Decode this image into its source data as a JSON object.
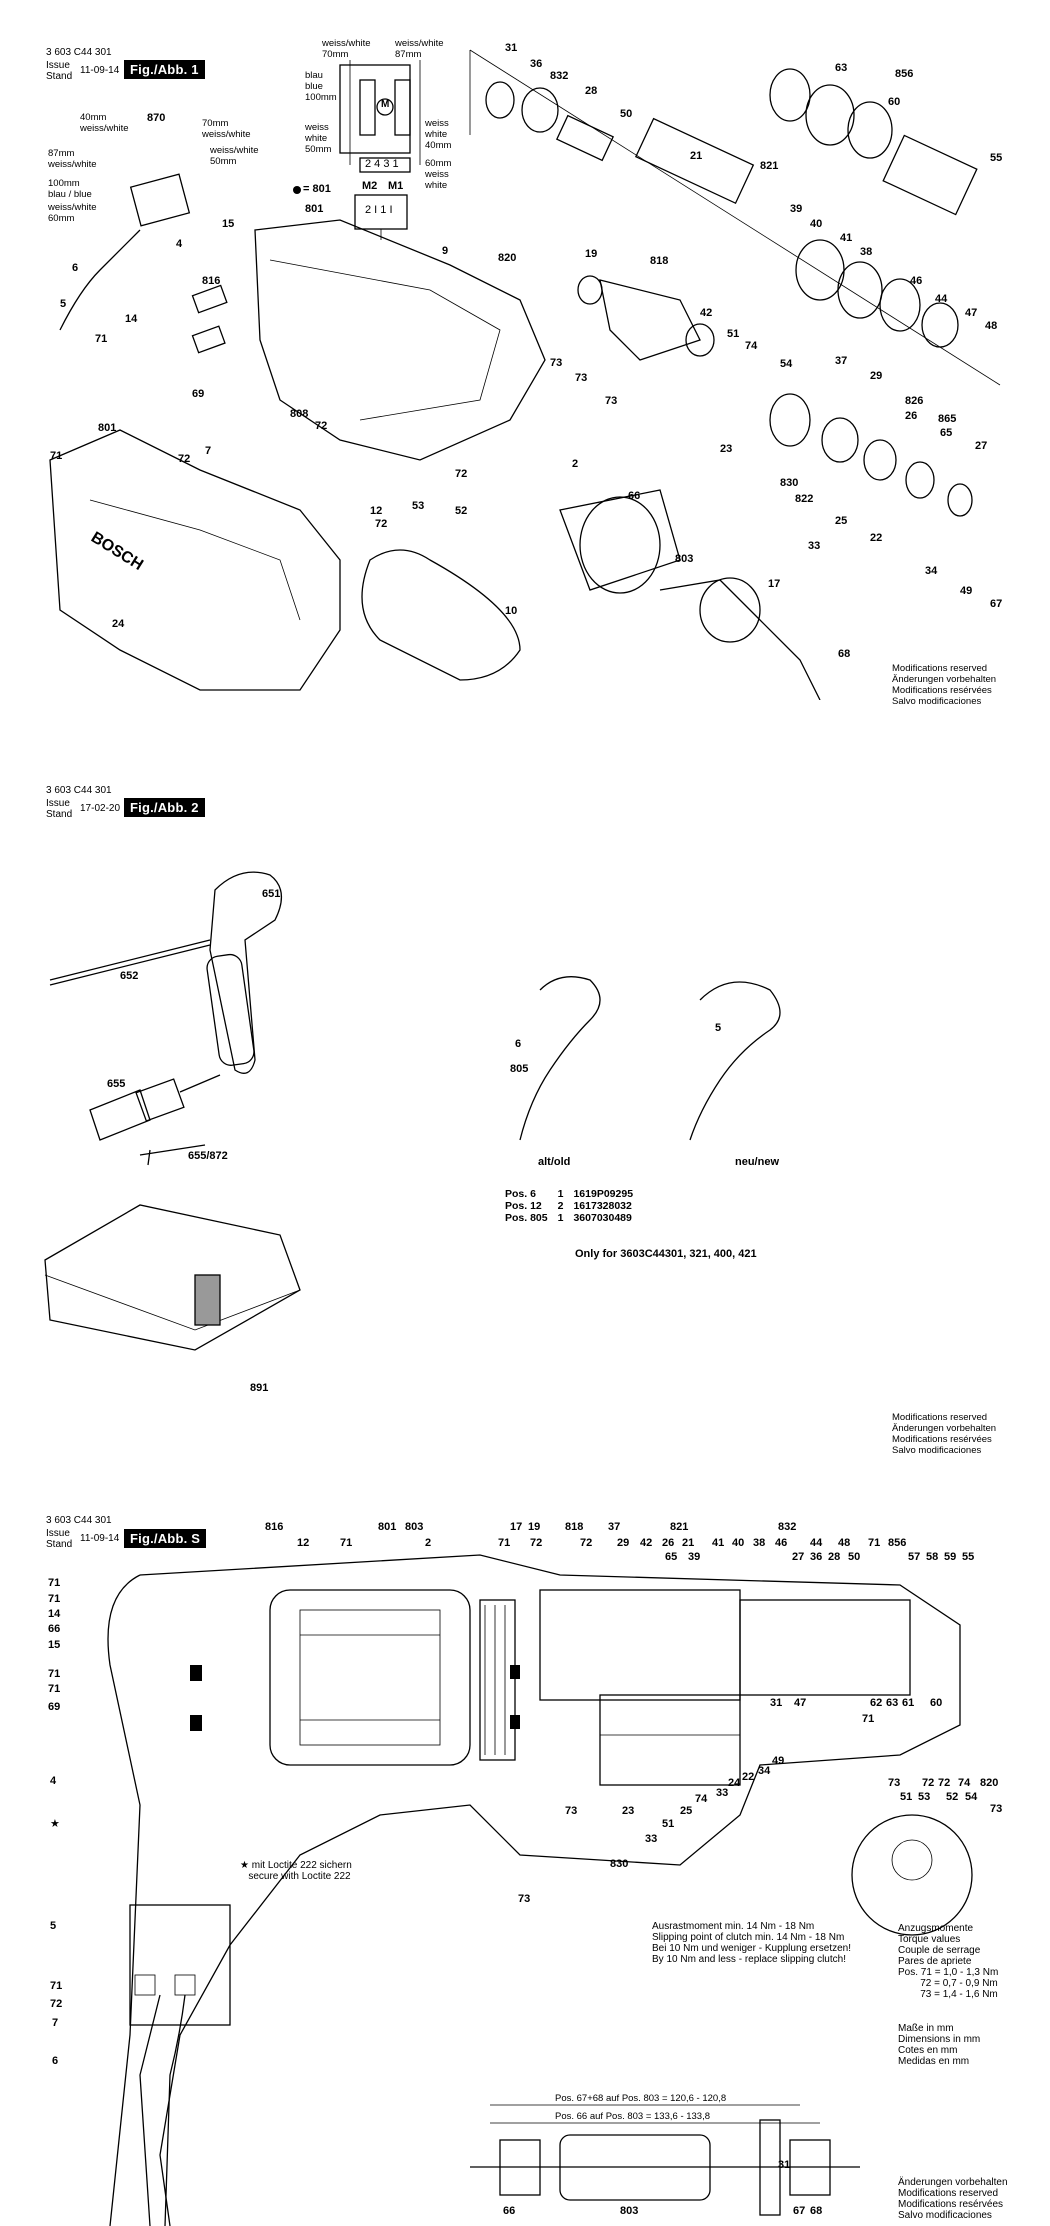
{
  "sheets": [
    {
      "doc_number": "3 603 C44 301",
      "issue_label": "Issue",
      "stand_label": "Stand",
      "date": "11-09-14",
      "fig_label": "Fig./Abb. 1"
    },
    {
      "doc_number": "3 603 C44 301",
      "issue_label": "Issue",
      "stand_label": "Stand",
      "date": "17-02-20",
      "fig_label": "Fig./Abb. 2"
    },
    {
      "doc_number": "3 603 C44 301",
      "issue_label": "Issue",
      "stand_label": "Stand",
      "date": "11-09-14",
      "fig_label": "Fig./Abb. S"
    }
  ],
  "modifications": [
    "Modifications reserved",
    "Änderungen vorbehalten",
    "Modifications resérvées",
    "Salvo modificaciones"
  ],
  "fig1": {
    "wiring": {
      "left_top": "weiss/white\n70mm",
      "right_top": "weiss/white\n87mm",
      "blau": "blau\nblue\n100mm",
      "weiss_left": "weiss\nwhite\n50mm",
      "weiss_right": "weiss\nwhite\n40mm",
      "weiss_right2": "60mm\nweiss\nwhite",
      "terminals": "2 4 3 1",
      "m2": "M2",
      "m1": "M1",
      "bottom_terms": "2 I 1 I",
      "motor": "M"
    },
    "switch_labels": {
      "a": "87mm\nweiss/white",
      "b": "100mm\nblau / blue",
      "c": "weiss/white\n60mm",
      "d": "weiss/white\n50mm",
      "e": "70mm\nweiss/white",
      "f": "40mm\nweiss/white"
    },
    "dot_note": "= 801",
    "parts": [
      "31",
      "36",
      "832",
      "28",
      "50",
      "21",
      "63",
      "856",
      "60",
      "55",
      "821",
      "39",
      "40",
      "41",
      "38",
      "46",
      "44",
      "47",
      "48",
      "19",
      "818",
      "42",
      "51",
      "74",
      "54",
      "37",
      "29",
      "826",
      "26",
      "865",
      "65",
      "27",
      "73",
      "73",
      "73",
      "820",
      "9",
      "801",
      "870",
      "4",
      "6",
      "5",
      "15",
      "816",
      "14",
      "71",
      "69",
      "801",
      "71",
      "72",
      "7",
      "808",
      "72",
      "72",
      "52",
      "53",
      "72",
      "12",
      "2",
      "66",
      "803",
      "17",
      "10",
      "24",
      "23",
      "830",
      "822",
      "33",
      "25",
      "22",
      "34",
      "49",
      "67",
      "68"
    ]
  },
  "fig2": {
    "labels": [
      "651",
      "652",
      "655",
      "655/872",
      "891",
      "6",
      "805",
      "5"
    ],
    "alt_old": "alt/old",
    "neu_new": "neu/new",
    "pos_table": [
      {
        "pos": "Pos. 6",
        "qty": "1",
        "part": "1619P09295"
      },
      {
        "pos": "Pos. 12",
        "qty": "2",
        "part": "1617328032"
      },
      {
        "pos": "Pos. 805",
        "qty": "1",
        "part": "3607030489"
      }
    ],
    "only_for": "Only for 3603C44301, 321, 400, 421"
  },
  "figS": {
    "top_labels": [
      "816",
      "12",
      "71",
      "801",
      "803",
      "2",
      "71",
      "17",
      "19",
      "72",
      "818",
      "72",
      "37",
      "29",
      "42",
      "26",
      "21",
      "821",
      "65",
      "39",
      "41",
      "40",
      "38",
      "46",
      "27",
      "832",
      "36",
      "44",
      "28",
      "48",
      "50",
      "71",
      "856",
      "57",
      "58",
      "59",
      "55"
    ],
    "left_labels": [
      "71",
      "71",
      "14",
      "66",
      "15",
      "71",
      "71",
      "69",
      "4",
      "★",
      "5",
      "71",
      "72",
      "7",
      "6"
    ],
    "inner_labels": [
      "31",
      "47",
      "62",
      "63",
      "61",
      "60",
      "71",
      "73",
      "23",
      "33",
      "51",
      "25",
      "74",
      "33",
      "24",
      "22",
      "34",
      "49",
      "830",
      "73"
    ],
    "inset_labels": [
      "73",
      "72",
      "72",
      "74",
      "820",
      "51",
      "53",
      "52",
      "54",
      "73"
    ],
    "loctite": "★ mit Loctite 222 sichern\n   secure with Loctite 222",
    "clutch_note": "Ausrastmoment min. 14 Nm - 18 Nm\nSlipping point of clutch min. 14 Nm - 18 Nm\nBei 10 Nm und weniger - Kupplung ersetzen!\nBy 10 Nm and less - replace slipping clutch!",
    "torque_note": "Anzugsmomente\nTorque values\nCouple de serrage\nPares de apriete\nPos. 71 = 1,0 - 1,3 Nm\n        72 = 0,7 - 0,9 Nm\n        73 = 1,4 - 1,6 Nm",
    "dim_note": "Maße in mm\nDimensions in mm\nCotes en mm\nMedidas en mm",
    "mods_note": "Änderungen vorbehalten\nModifications reserved\nModifications resérvées\nSalvo modificaciones",
    "dim1": "Pos. 67+68 auf Pos. 803 = 120,6 - 120,8",
    "dim2": "Pos. 66 auf Pos. 803 = 133,6 - 133,8",
    "armature_labels": [
      "66",
      "803",
      "31",
      "67",
      "68"
    ]
  }
}
